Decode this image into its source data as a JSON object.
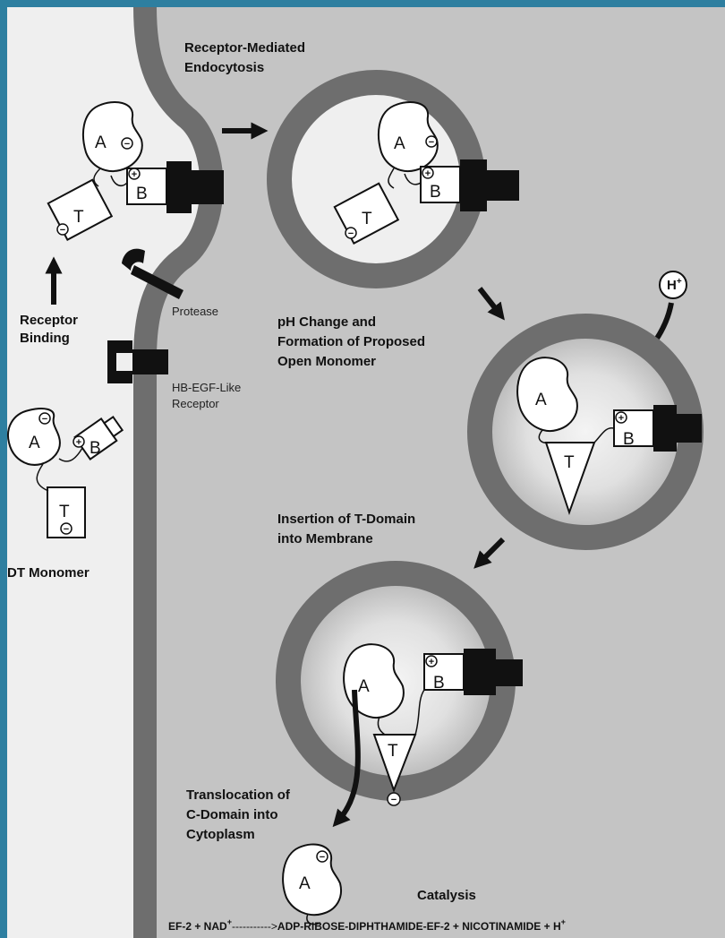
{
  "labels": {
    "endocytosis": [
      "Receptor-Mediated",
      "Endocytosis"
    ],
    "receptor_binding": [
      "Receptor",
      "Binding"
    ],
    "protease": "Protease",
    "receptor": [
      "HB-EGF-Like",
      "Receptor"
    ],
    "dt_monomer": "DT Monomer",
    "ph_change": [
      "pH Change and",
      "Formation of Proposed",
      "Open Monomer"
    ],
    "insertion": [
      "Insertion of T-Domain",
      "into Membrane"
    ],
    "translocation": [
      "Translocation of",
      "C-Domain into",
      "Cytoplasm"
    ],
    "catalysis": "Catalysis",
    "proton": "H",
    "proton_sup": "+"
  },
  "equation": {
    "left": "EF-2 + NAD",
    "left_sup": "+",
    "arrow": "----------->",
    "right": "ADP-RIBOSE-DIPHTHAMIDE-EF-2 + NICOTINAMIDE + H",
    "right_sup": "+"
  },
  "domains": {
    "a": "A",
    "b": "B",
    "t": "T",
    "minus": "−",
    "plus": "+"
  },
  "colors": {
    "frame": "#2e7fa0",
    "outside": "#efefef",
    "membrane": "#6e6e6e",
    "cytoplasm": "#c4c4c4",
    "vesicle_light": "#f2f2f2",
    "ink": "#111111"
  }
}
